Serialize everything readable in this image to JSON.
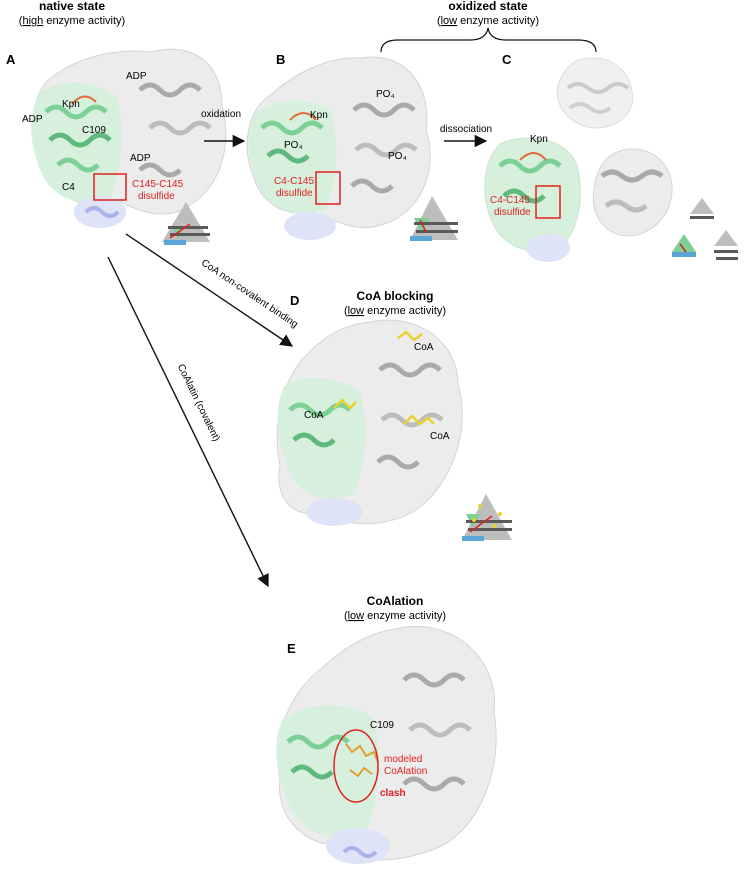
{
  "headers": {
    "native": {
      "title": "native state",
      "sub_pre": "(",
      "sub_u": "high",
      "sub_post": " enzyme activity)"
    },
    "oxidized": {
      "title": "oxidized state",
      "sub_pre": "(",
      "sub_u": "low",
      "sub_post": " enzyme activity)"
    },
    "coa_blocking": {
      "title": "CoA blocking",
      "sub_pre": "(",
      "sub_u": "low",
      "sub_post": " enzyme activity)"
    },
    "coalation": {
      "title": "CoAlation",
      "sub_pre": "(",
      "sub_u": "low",
      "sub_post": " enzyme activity)"
    }
  },
  "panels": {
    "a": "A",
    "b": "B",
    "c": "C",
    "d": "D",
    "e": "E"
  },
  "arrows": {
    "oxidation": "oxidation",
    "dissociation": "dissociation",
    "noncovalent": "CoA non-covalent binding",
    "covalent": "CoAlatin (covalent)"
  },
  "labels": {
    "a": {
      "adp_top": "ADP",
      "kpn": "Kpn",
      "adp_left": "ADP",
      "c109": "C109",
      "adp_right": "ADP",
      "c4": "C4",
      "disulfide_1": "C145-C145",
      "disulfide_2": "disulfide"
    },
    "b": {
      "po4_top": "PO₄",
      "kpn": "Kpn",
      "po4_left": "PO₄",
      "po4_right": "PO₄",
      "disulfide_1": "C4-C145",
      "disulfide_2": "disulfide"
    },
    "c": {
      "kpn": "Kpn",
      "disulfide_1": "C4-C145",
      "disulfide_2": "disulfide"
    },
    "d": {
      "coa_top": "CoA",
      "coa_left": "CoA",
      "coa_right": "CoA"
    },
    "e": {
      "c109": "C109",
      "modeled_1": "modeled",
      "modeled_2": "CoAlation",
      "clash": "clash"
    }
  },
  "colors": {
    "green_domain": "#7ccf95",
    "green_surface": "#d6f0dc",
    "grey_domain": "#bdbdbd",
    "grey_surface": "#ececec",
    "blue_domain": "#aab3e8",
    "red_annotation": "#e02020",
    "coa_yellow": "#e8d22c",
    "schematic_dark": "#5a5a5a",
    "schematic_blue": "#5aa6d6"
  }
}
